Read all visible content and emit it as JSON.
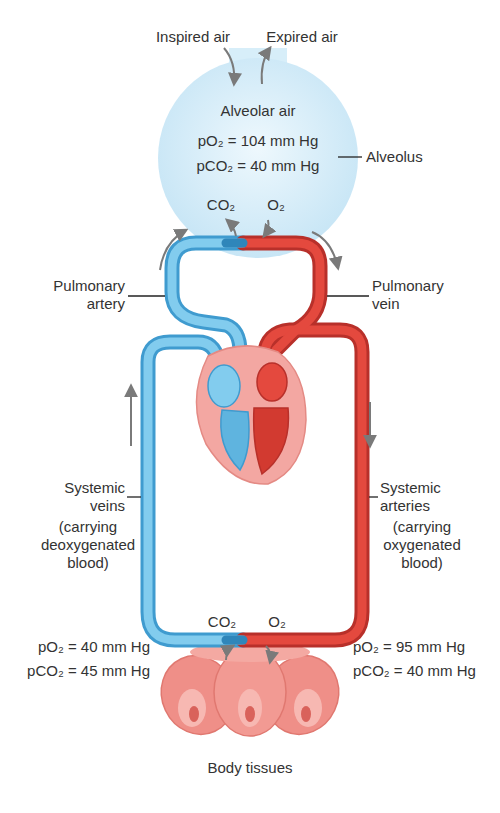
{
  "diagram": {
    "nodes": [
      {
        "text": [
          "Alveolar air",
          "pO₂ = 104 mm Hg",
          "pCO₂ = 40 mm Hg"
        ]
      },
      {
        "text": [
          "Body tissues"
        ]
      }
    ],
    "labels": [
      "Inspired air",
      "Expired air",
      "Alveolus",
      "CO₂",
      "O₂",
      "Pulmonary artery",
      "Pulmonary vein",
      "Systemic veins",
      "(carrying deoxygenated blood)",
      "Systemic arteries",
      "(carrying oxygenated blood)",
      "CO₂",
      "O₂",
      "pO₂ = 40 mm Hg",
      "pCO₂ = 45 mm Hg",
      "pO₂ = 95 mm Hg",
      "pCO₂ = 40 mm Hg"
    ]
  }
}
